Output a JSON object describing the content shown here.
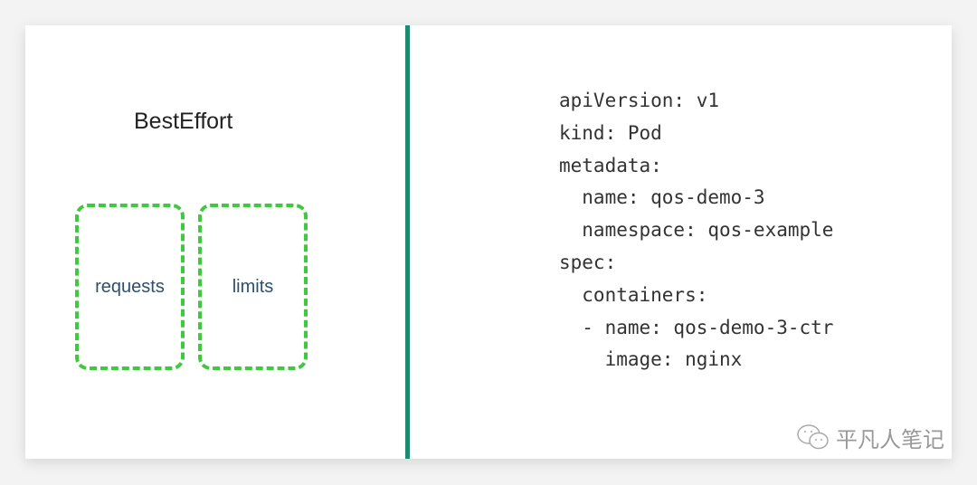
{
  "left": {
    "title": "BestEffort",
    "boxes": [
      "requests",
      "limits"
    ]
  },
  "code_lines": [
    "apiVersion: v1",
    "kind: Pod",
    "metadata:",
    "  name: qos-demo-3",
    "  namespace: qos-example",
    "spec:",
    "  containers:",
    "  - name: qos-demo-3-ctr",
    "    image: nginx"
  ],
  "watermark": "平凡人笔记",
  "colors": {
    "divider": "#1f8a70",
    "dash": "#3ec93e",
    "box_text": "#2d4f70"
  }
}
